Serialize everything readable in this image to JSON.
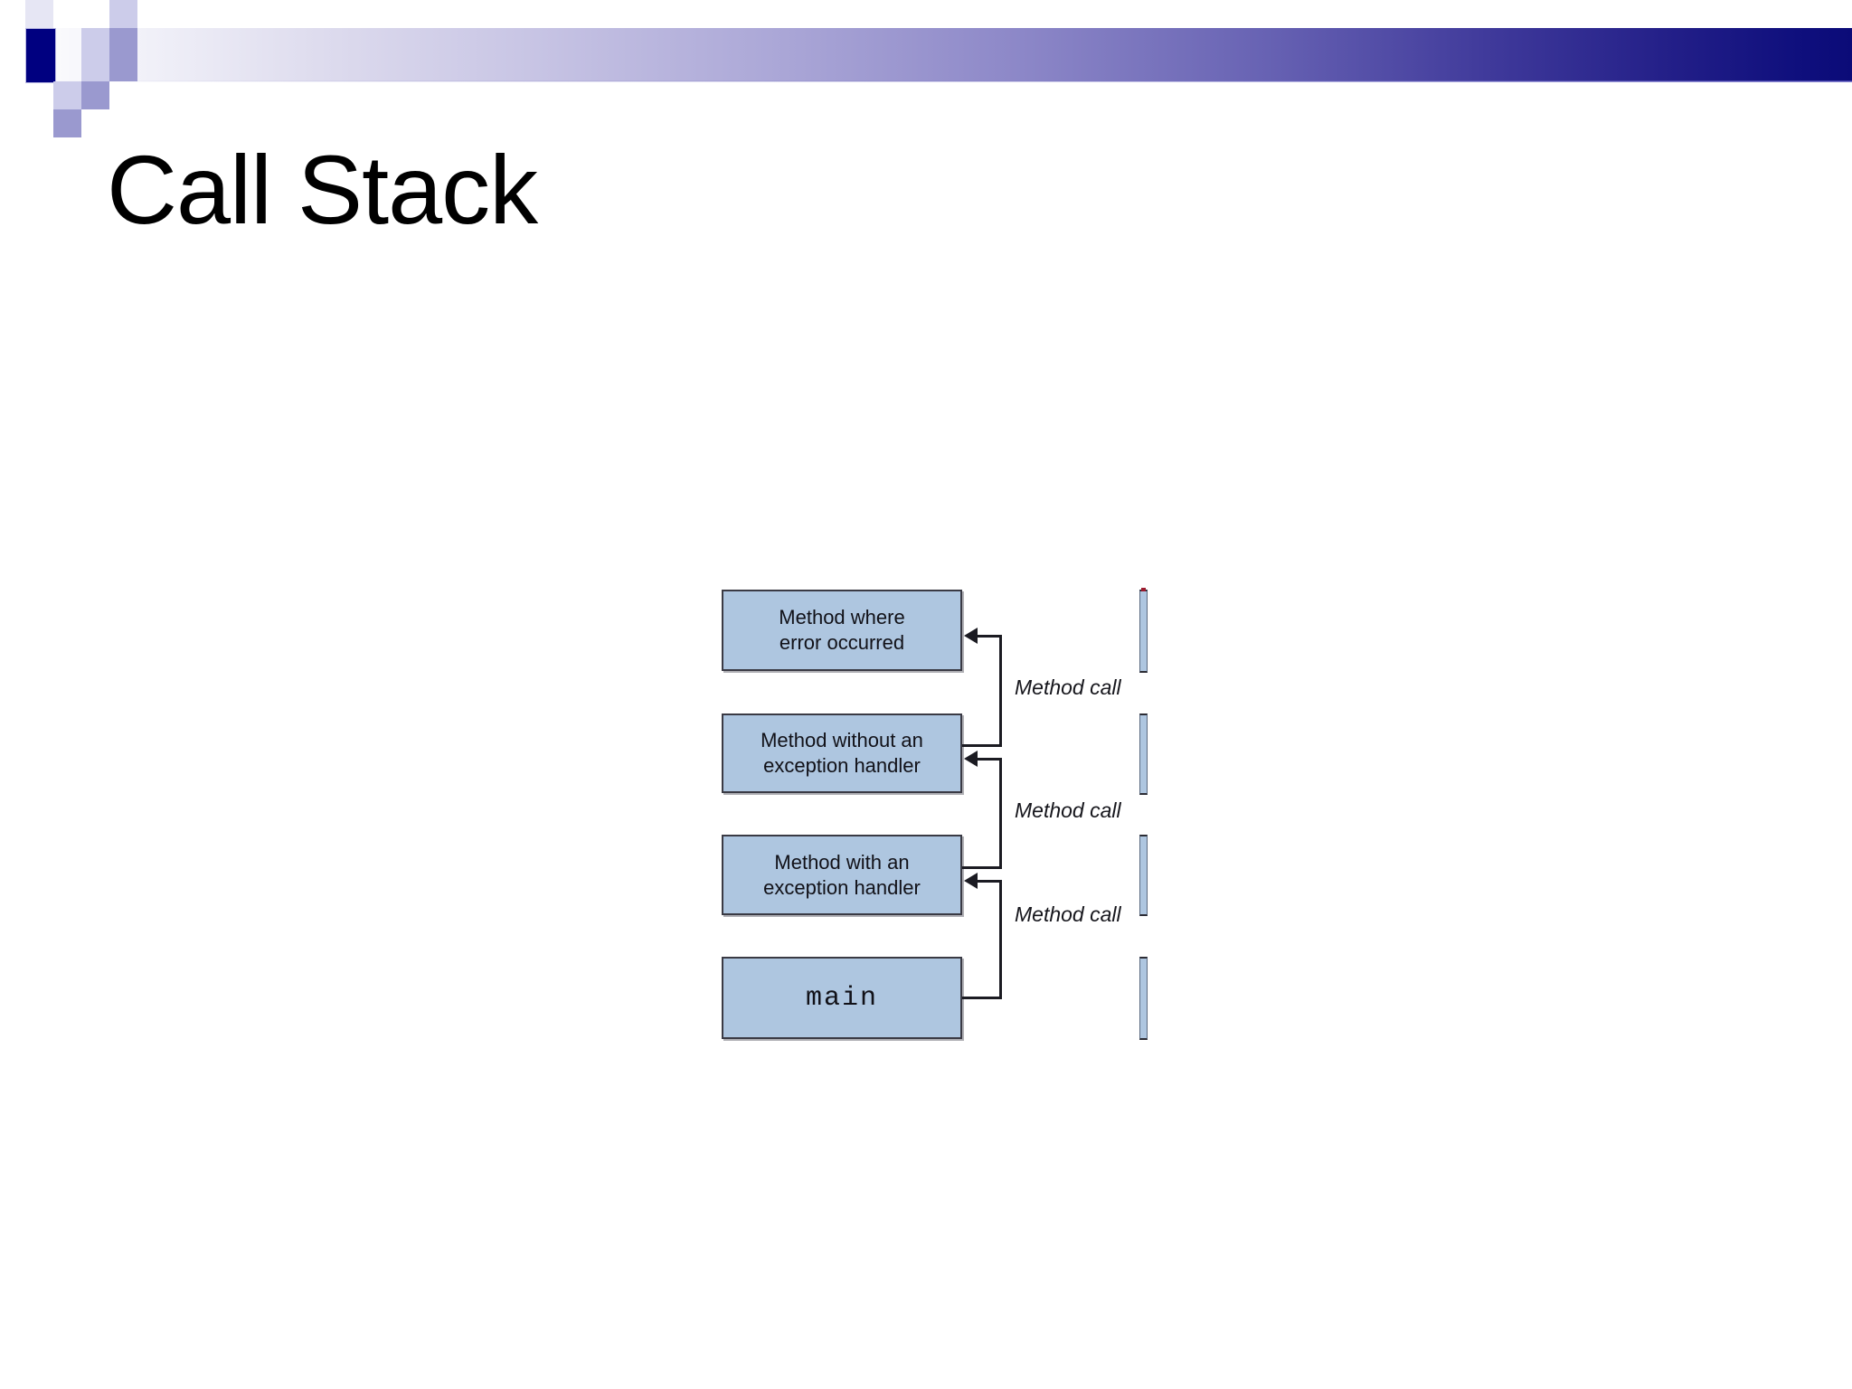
{
  "slide": {
    "title": "Call Stack",
    "background_color": "#ffffff",
    "header": {
      "band_start_color": "#fdfdfe",
      "band_end_color": "#0b0b78",
      "accent_navy": "#000080",
      "accent_lavender": "#ccccea",
      "accent_mid_purple": "#9a99cf"
    }
  },
  "diagram": {
    "type": "call-stack",
    "box_fill_color": "#aec6e0",
    "box_border_color": "#3a3a44",
    "frames": [
      {
        "id": "frame-error",
        "text": "Method where\nerror occurred",
        "mono": false
      },
      {
        "id": "frame-no-handler",
        "text": "Method without an\nexception handler",
        "mono": false
      },
      {
        "id": "frame-handler",
        "text": "Method with an\nexception handler",
        "mono": false
      },
      {
        "id": "frame-main",
        "text": "main",
        "mono": true
      }
    ],
    "connectors": [
      {
        "id": "call-1",
        "label": "Method call",
        "from": "frame-no-handler",
        "to": "frame-error"
      },
      {
        "id": "call-2",
        "label": "Method call",
        "from": "frame-handler",
        "to": "frame-no-handler"
      },
      {
        "id": "call-3",
        "label": "Method call",
        "from": "frame-main",
        "to": "frame-handler"
      }
    ],
    "stack_bars": [
      {
        "id": "stack-bar-1",
        "has_red_tip": true
      },
      {
        "id": "stack-bar-2",
        "has_red_tip": false
      },
      {
        "id": "stack-bar-3",
        "has_red_tip": false
      },
      {
        "id": "stack-bar-4",
        "has_red_tip": false
      }
    ]
  }
}
